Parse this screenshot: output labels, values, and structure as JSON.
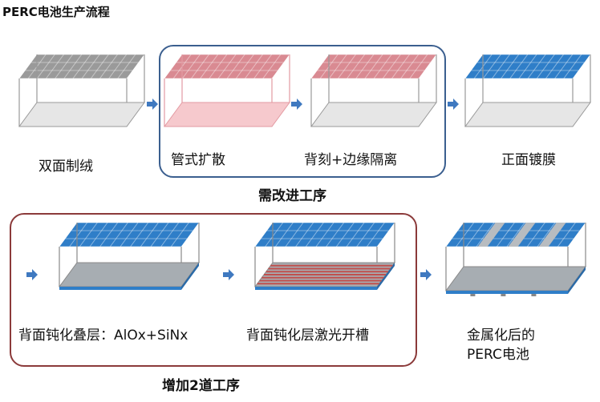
{
  "title": "PERC电池生产流程",
  "steps": [
    {
      "label": "双面制绒",
      "style": "gray"
    },
    {
      "label": "管式扩散",
      "style": "pink"
    },
    {
      "label": "背刻+边缘隔离",
      "style": "pink-top"
    },
    {
      "label": "正面镀膜",
      "style": "blue"
    },
    {
      "label": "背面钝化叠层：AlOx+SiNx",
      "style": "passivation"
    },
    {
      "label": "背面钝化层激光开槽",
      "style": "grooves"
    },
    {
      "label": "金属化后的",
      "label2": "PERC电池",
      "style": "metallized"
    }
  ],
  "groups": [
    {
      "label": "需改进工序",
      "color": "#3b5f8f"
    },
    {
      "label": "增加2道工序",
      "color": "#8b3a3a"
    }
  ],
  "colors": {
    "arrow": "#3f79c0",
    "blue_top": "#2f7ec8",
    "pink_top": "#d98a92",
    "gray_top": "#9a9a9a"
  }
}
